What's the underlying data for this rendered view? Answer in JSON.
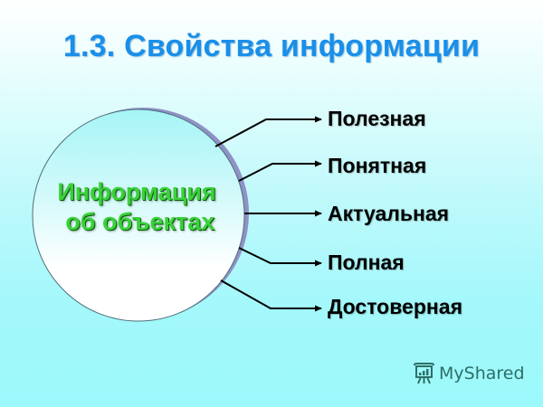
{
  "slide": {
    "title": "1.3. Свойства информации",
    "title_color": "#1a8fe9",
    "background": {
      "top": "#ffffff",
      "bottom": "#9cf9fb"
    }
  },
  "diagram": {
    "center": {
      "label": "Информация\n об объектах",
      "line1": "Информация",
      "line2": "об объектах",
      "text_color": "#3ad13a",
      "shape": "circle",
      "fill_top": "#a8f6f6",
      "fill_bottom": "#ffffff",
      "shadow_color": "#8e92c6"
    },
    "properties": [
      {
        "label": "Полезная"
      },
      {
        "label": "Понятная"
      },
      {
        "label": "Актуальная"
      },
      {
        "label": "Полная"
      },
      {
        "label": "Достоверная"
      }
    ],
    "connector": "arrow"
  },
  "watermark": {
    "icon": "presentation-board-icon",
    "text": "MyShared"
  }
}
